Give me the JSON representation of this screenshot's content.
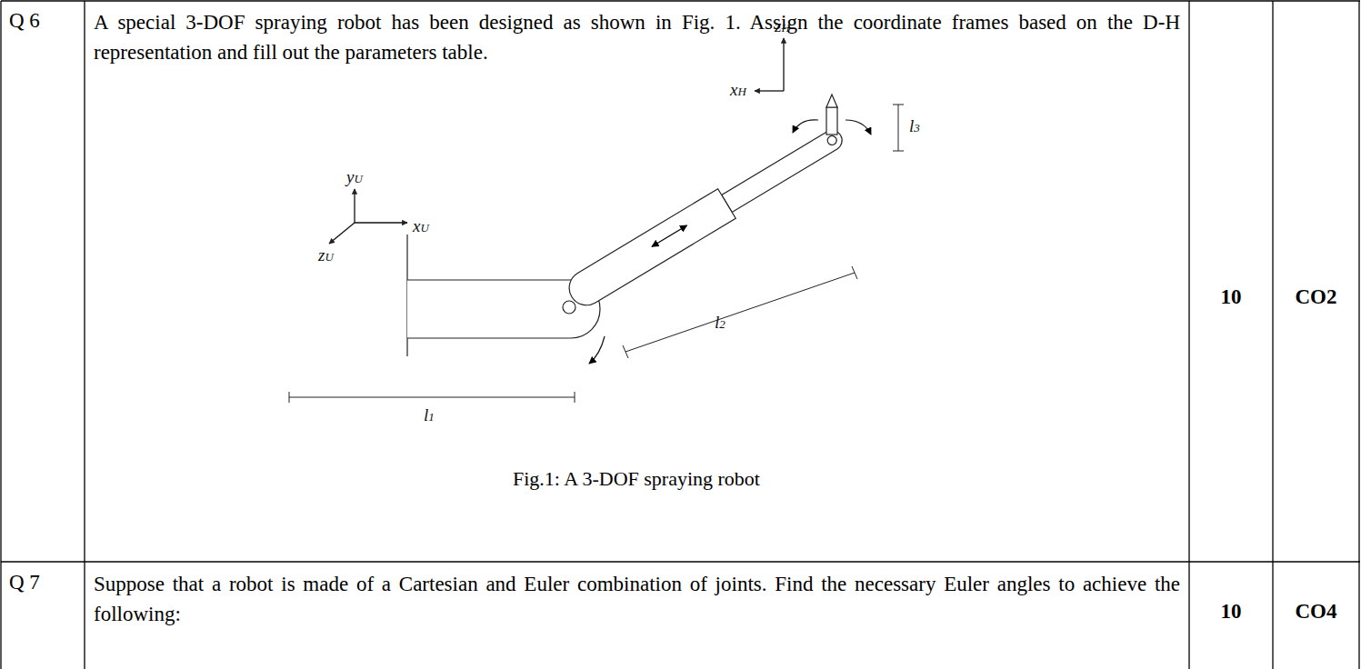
{
  "diagram": {
    "caption": "Fig.1: A 3-DOF spraying robot",
    "labels": [
      "Q 6",
      "A special 3-DOF spraying robot has been designed as shown in Fig. 1. Assign the coordinate frames based on the D-H representation and fill out the parameters table.",
      "10",
      "CO2",
      "zH",
      "xH",
      "l3",
      "yU",
      "xU",
      "zU",
      "l1",
      "l2",
      "Q 7",
      "Suppose that a robot is made of a Cartesian and Euler combination of joints. Find the necessary Euler angles to achieve the following:",
      "10",
      "CO4"
    ]
  }
}
